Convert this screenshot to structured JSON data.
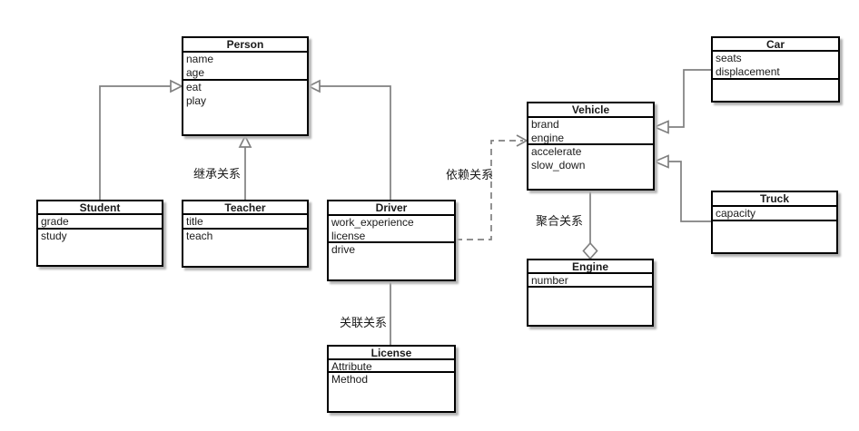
{
  "colors": {
    "line": "#808080",
    "border": "#000000",
    "shadow": "#b3b3b3",
    "background": "#ffffff",
    "text": "#1a1a1a"
  },
  "diagram": {
    "classes": {
      "person": {
        "name": "Person",
        "attributes": [
          "name",
          "age"
        ],
        "methods": [
          "eat",
          "play"
        ]
      },
      "student": {
        "name": "Student",
        "attributes": [
          "grade"
        ],
        "methods": [
          "study"
        ]
      },
      "teacher": {
        "name": "Teacher",
        "attributes": [
          "title"
        ],
        "methods": [
          "teach"
        ]
      },
      "driver": {
        "name": "Driver",
        "attributes": [
          "work_experience",
          "license"
        ],
        "methods": [
          "drive"
        ]
      },
      "vehicle": {
        "name": "Vehicle",
        "attributes": [
          "brand",
          "engine"
        ],
        "methods": [
          "accelerate",
          "slow_down"
        ]
      },
      "car": {
        "name": "Car",
        "attributes": [
          "seats",
          "displacement"
        ],
        "methods": []
      },
      "truck": {
        "name": "Truck",
        "attributes": [
          "capacity"
        ],
        "methods": []
      },
      "engine": {
        "name": "Engine",
        "attributes": [
          "number"
        ],
        "methods": []
      },
      "license": {
        "name": "License",
        "attributes": [
          "Attribute"
        ],
        "methods": [
          "Method"
        ]
      }
    },
    "relationship_labels": {
      "inheritance": "继承关系",
      "dependency": "依赖关系",
      "aggregation": "聚合关系",
      "association": "关联关系"
    }
  }
}
